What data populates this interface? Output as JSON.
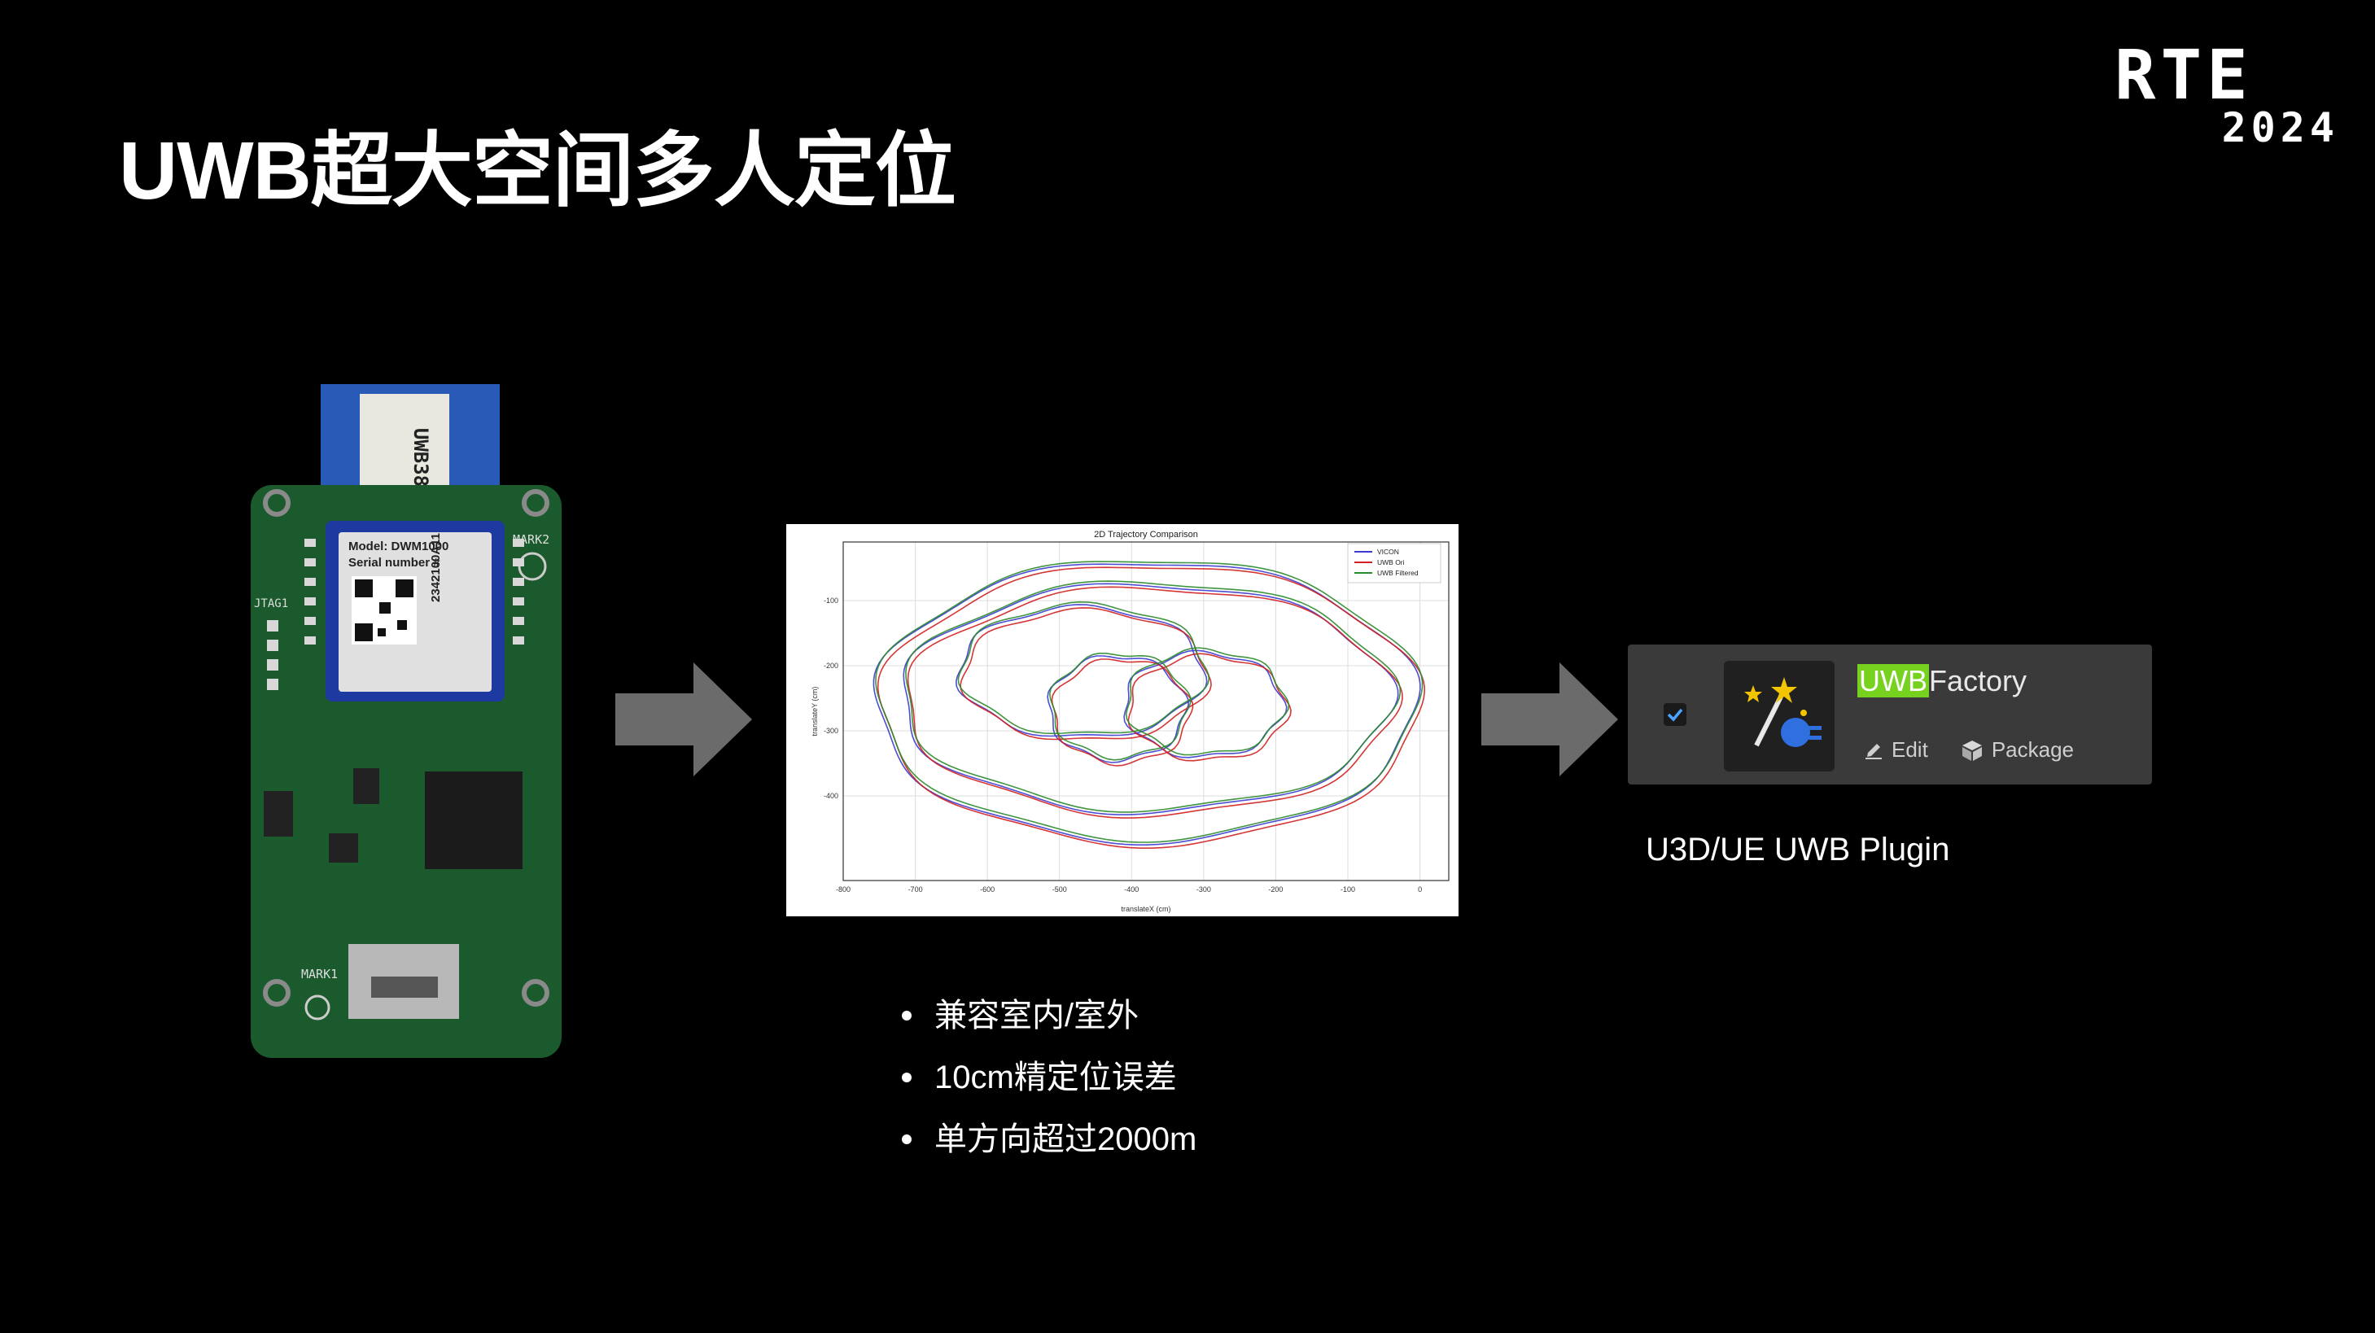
{
  "slide": {
    "title": "UWB超大空间多人定位",
    "logo": {
      "brand": "RTE",
      "year": "2024"
    }
  },
  "board_photo": {
    "silk": {
      "antenna": "UWB38",
      "model": "Model: DWM1000",
      "serial": "Serial number #",
      "serial_code": "2342100A11",
      "mark2": "MARK2",
      "mark1": "MARK1",
      "jtag": "JTAG1"
    }
  },
  "trajectory_plot": {
    "chart_data": {
      "type": "line",
      "title": "2D Trajectory Comparison",
      "xlabel": "translateX (cm)",
      "ylabel": "translateY (cm)",
      "x_ticks": [
        "-800",
        "-700",
        "-600",
        "-500",
        "-400",
        "-300",
        "-200",
        "-100",
        "0"
      ],
      "y_ticks": [
        "-100",
        "-200",
        "-300",
        "-400"
      ],
      "xlim": [
        -800,
        40
      ],
      "ylim": [
        -530,
        -10
      ],
      "grid": true,
      "legend_position": "top-right",
      "series": [
        {
          "name": "VICON",
          "color": "#3a3ad0"
        },
        {
          "name": "UWB Ori",
          "color": "#d02020"
        },
        {
          "name": "UWB Filtered",
          "color": "#2a8a2a"
        }
      ]
    }
  },
  "plugin": {
    "name_highlight": "UWB",
    "name_rest": "Factory",
    "edit_label": "Edit",
    "package_label": "Package",
    "enabled": true,
    "accent_color": "#77d11f",
    "icons": [
      "checkbox-checked-icon",
      "magic-wand-plug-icon",
      "pencil-icon",
      "package-icon"
    ]
  },
  "plugin_caption": "U3D/UE UWB Plugin",
  "bullets": [
    "兼容室内/室外",
    "10cm精定位误差",
    "单方向超过2000m"
  ]
}
